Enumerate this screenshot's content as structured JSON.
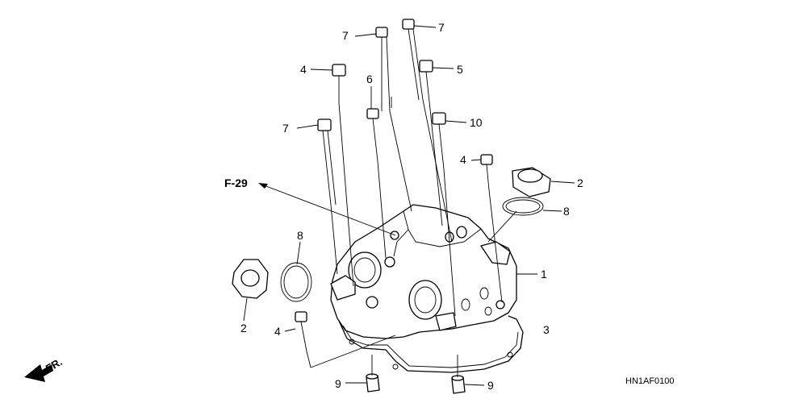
{
  "diagram": {
    "callouts": [
      {
        "id": "c7a",
        "text": "7"
      },
      {
        "id": "c7b",
        "text": "7"
      },
      {
        "id": "c4a",
        "text": "4"
      },
      {
        "id": "c5",
        "text": "5"
      },
      {
        "id": "c6",
        "text": "6"
      },
      {
        "id": "c7c",
        "text": "7"
      },
      {
        "id": "c10",
        "text": "10"
      },
      {
        "id": "c4b",
        "text": "4"
      },
      {
        "id": "c2a",
        "text": "2"
      },
      {
        "id": "c8a",
        "text": "8"
      },
      {
        "id": "c1",
        "text": "1"
      },
      {
        "id": "c8b",
        "text": "8"
      },
      {
        "id": "c2b",
        "text": "2"
      },
      {
        "id": "c4c",
        "text": "4"
      },
      {
        "id": "c3",
        "text": "3"
      },
      {
        "id": "c9a",
        "text": "9"
      },
      {
        "id": "c9b",
        "text": "9"
      }
    ],
    "reference": "F-29",
    "front_label": "FR.",
    "diagram_code": "HN1AF0100"
  }
}
